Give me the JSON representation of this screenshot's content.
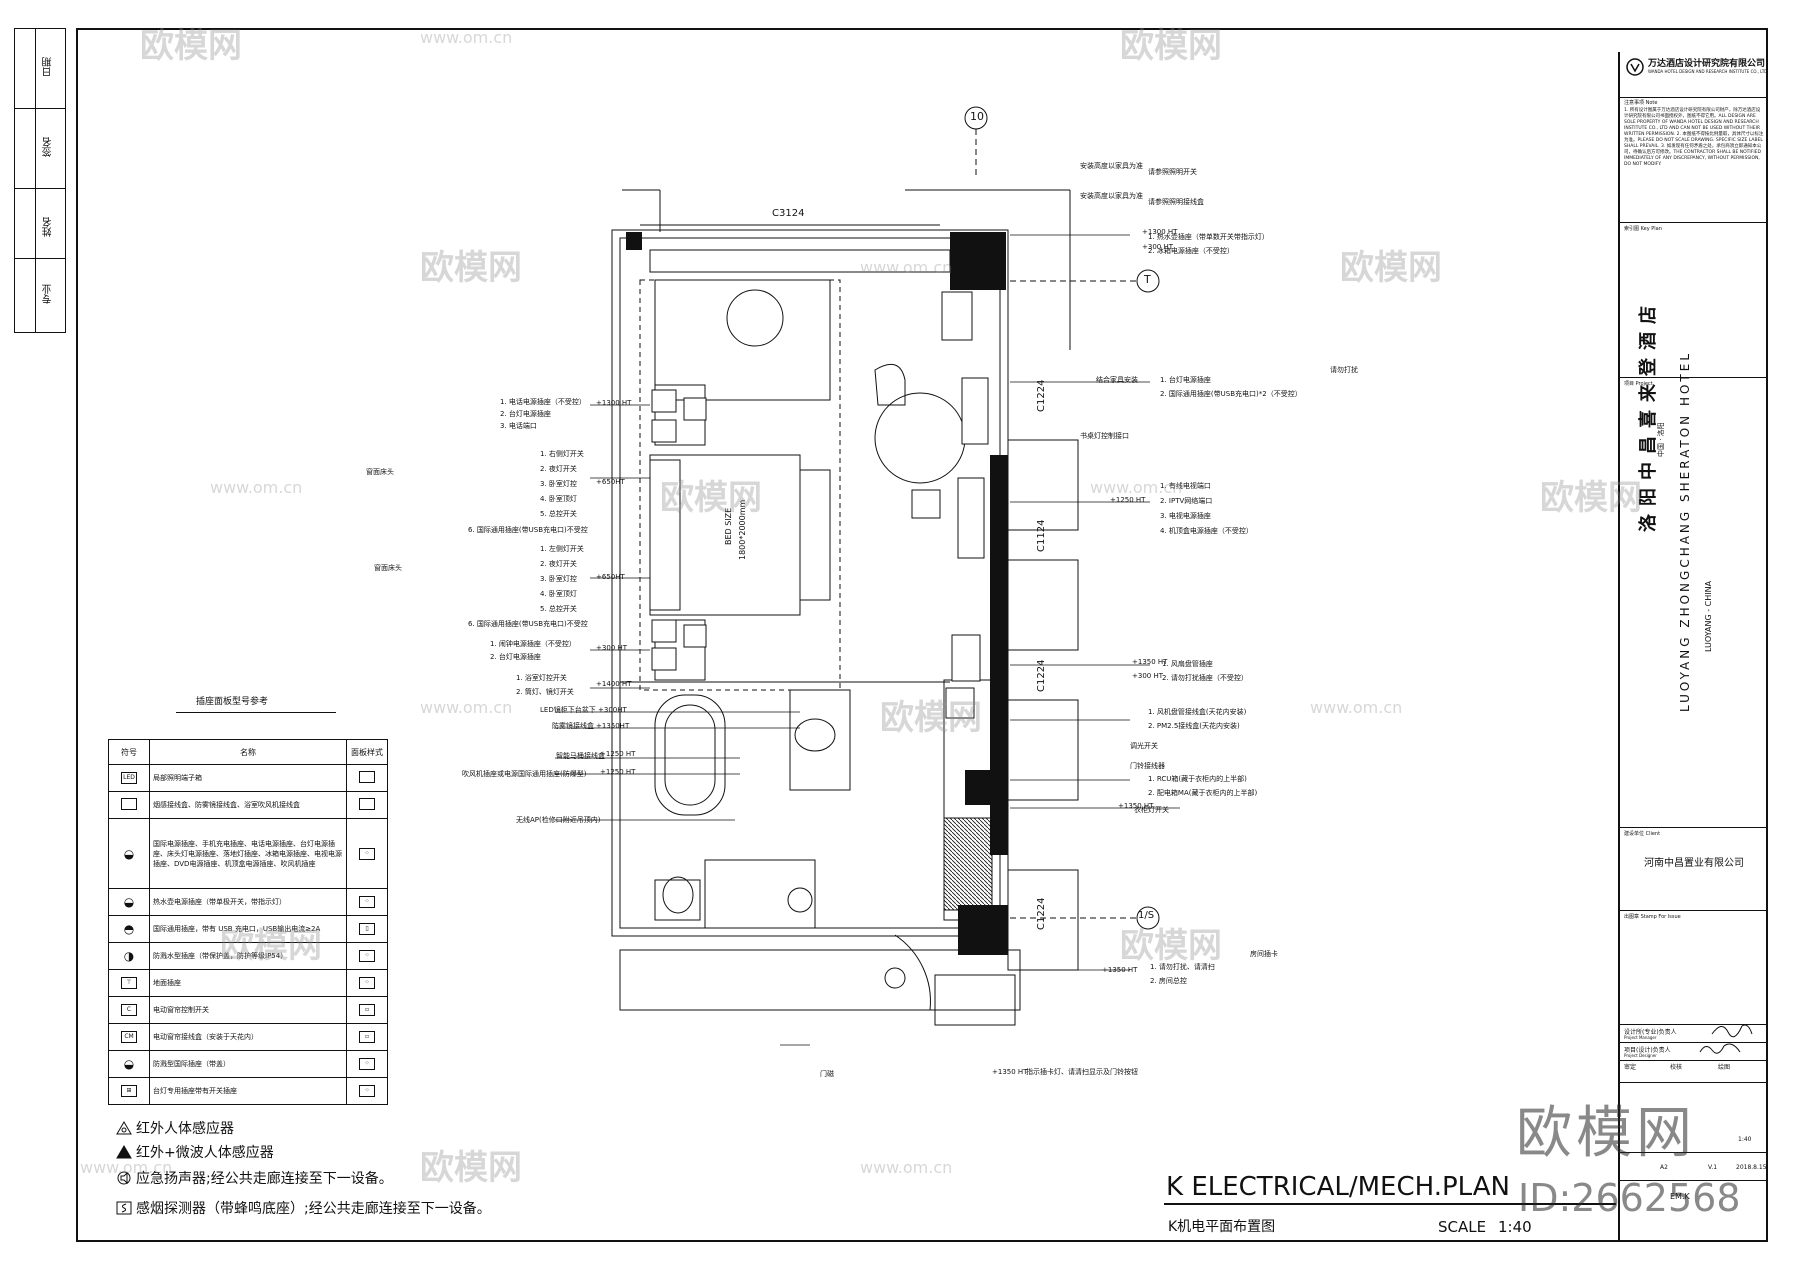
{
  "left_strip": {
    "labels": [
      "日期",
      "签名",
      "姓名",
      "专业"
    ]
  },
  "title_block": {
    "company_cn": "万达酒店设计研究院有限公司",
    "company_en": "WANDA HOTEL DESIGN AND RESEARCH INSTITUTE CO., LTD",
    "notes_label": "注意事项 Note",
    "notes_text": "1. 所有设计图属于万达酒店设计研究院有限公司财产，除万达酒店设计研究院有限公司书面授权外，图纸不得它用。ALL DESIGN ARE SOLE PROPERTY OF WANDA HOTEL DESIGN AND RESEARCH INSTITUTE CO., LTD AND CAN NOT BE USED WITHOUT THEIR WRITTEN PERMISSION. 2. 本图纸不得按比例量取，具体尺寸以标注为准。PLEASE DO NOT SCALE DRAWING. SPECIFIC SIZE LABEL SHALL PREVAIL. 3. 如发现有任何矛盾之处，承包商须立即通知本公司，待确认后方可修改。THE CONTRACTOR SHALL BE NOTIFIED IMMEDIATELY OF ANY DISCREPANCY, WITHOUT PERMISSION, DO NOT MODIFY.",
    "keyplan_label": "索引图 Key Plan",
    "project_label": "项目 Project",
    "project_cn": "洛阳中昌喜来登酒店",
    "project_loc_cn": "中国 · 洛阳",
    "project_en": "LUOYANG ZHONGCHANG SHERATON HOTEL",
    "project_loc_en": "LUOYANG - CHINA",
    "client_label": "建设单位 Client",
    "client": "河南中昌置业有限公司",
    "stamp_label": "出图章 Stamp For Issue",
    "manager_label": "设计所(专业)负责人",
    "manager_en": "Project Manager",
    "designer_label": "项目(设计)负责人",
    "designer_en": "Project Designer",
    "review_label": "审定",
    "check_label": "校核",
    "draw_label": "绘图",
    "paper": "A2",
    "version": "V.1",
    "date": "2018.8.15",
    "drawing_no": "EM.K",
    "scale_label": "1:40"
  },
  "drawing": {
    "grid_10": "10",
    "grid_t": "T",
    "grid_1s": "1/S",
    "title_en": "K ELECTRICAL/MECH.PLAN",
    "title_cn": "K机电平面布置图",
    "scale_text": "SCALE",
    "scale_value": "1:40",
    "dims": [
      "C3124",
      "C1224",
      "C1124",
      "C1224",
      "C1224"
    ],
    "bed_label": "BED SIZE",
    "bed_size": "1800*2000mm",
    "callouts_left": [
      "1. 电话电源插座（不受控）",
      "2. 台灯电源插座",
      "3. 电话端口",
      "1. 右侧灯开关",
      "2. 夜灯开关",
      "3. 卧室灯控",
      "4. 卧室顶灯",
      "5. 总控开关",
      "6. 国际通用插座(带USB充电口)不受控",
      "1. 左侧灯开关",
      "2. 夜灯开关",
      "3. 卧室灯控",
      "4. 卧室顶灯",
      "5. 总控开关",
      "6. 国际通用插座(带USB充电口)不受控",
      "1. 闹钟电源插座（不受控）",
      "2. 台灯电源插座",
      "1. 浴室灯控开关",
      "2. 筒灯、镜灯开关",
      "LED镜柜下台盆下",
      "防雾镜接线盒",
      "智能马桶接线盒",
      "吹风机插座或电源国际通用插座(防爆型)",
      "无线AP(检修口附近吊顶内)"
    ],
    "callouts_right": [
      "安装高度以家具为准",
      "请参照照明开关",
      "安装高度以家具为准",
      "请参照照明接线盒",
      "1. 热水壶插座（带单数开关带指示灯）",
      "2. 冰箱电源插座（不受控）",
      "结合家具安装",
      "1. 台灯电源插座",
      "2. 国际通用插座(带USB充电口)*2（不受控）",
      "书桌灯控制接口",
      "1. 有线电视端口",
      "2. IPTV网络端口",
      "3. 电视电源插座",
      "4. 机顶盒电源插座（不受控）",
      "1. 风扇盘管插座",
      "2. 请勿打扰插座（不受控）",
      "1. 风机盘管接线盒(天花内安装)",
      "2. PM2.5接线盒(天花内安装)",
      "调光开关",
      "门铃接线器",
      "1. RCU箱(藏于衣柜内的上半部)",
      "2. 配电箱MA(藏于衣柜内的上半部)",
      "衣柜灯开关",
      "1. 请勿打扰、请清扫",
      "2. 房间总控",
      "指示插卡灯、请清扫显示及门铃按钮",
      "门磁"
    ],
    "heights": [
      "+1300 HT",
      "+300 HT",
      "+1250 HT",
      "+650HT",
      "+650HT",
      "+300 HT",
      "+1400 HT",
      "+300HT",
      "+1350HT",
      "+1250 HT",
      "+1250 HT",
      "+1350 HT",
      "+300 HT",
      "+1350 HT",
      "+1350 HT",
      "+1350 HT"
    ],
    "panel_labels": [
      "窗面床头",
      "窗面床头",
      "请勿打扰",
      "房间插卡"
    ]
  },
  "legend": {
    "title": "插座面板型号参考",
    "headers": [
      "符号",
      "名称",
      "面板样式"
    ],
    "rows": [
      {
        "sym": "LED",
        "name": "局部照明端子箱"
      },
      {
        "sym": "",
        "name": "烟感接线盒、防雾镜接线盒、浴室吹风机接线盒"
      },
      {
        "sym": "",
        "name": "国际电源插座、手机充电插座、电话电源插座、台灯电源插座、床头灯电源插座、落地灯插座、冰箱电源插座、电视电源插座、DVD电源插座、机顶盒电源插座、吹风机插座"
      },
      {
        "sym": "",
        "name": "热水壶电源插座（带单极开关，带指示灯）"
      },
      {
        "sym": "",
        "name": "国际通用插座，带有 USB 充电口，USB输出电流≥2A"
      },
      {
        "sym": "",
        "name": "防溅水型插座（带保护盖，防护等级IP54）"
      },
      {
        "sym": "",
        "name": "地面插座"
      },
      {
        "sym": "C",
        "name": "电动窗帘控制开关"
      },
      {
        "sym": "CM",
        "name": "电动窗帘接线盒（安装于天花内）"
      },
      {
        "sym": "",
        "name": "防溅型国际插座（带盖）"
      },
      {
        "sym": "",
        "name": "台灯专用插座带有开关插座"
      }
    ]
  },
  "notes": [
    "红外人体感应器",
    "红外+微波人体感应器",
    "应急扬声器;经公共走廊连接至下一设备。",
    "感烟探测器（带蜂鸣底座）;经公共走廊连接至下一设备。"
  ],
  "watermark": {
    "brand": "欧模网",
    "url": "www.om.cn",
    "id": "ID:2662568"
  }
}
